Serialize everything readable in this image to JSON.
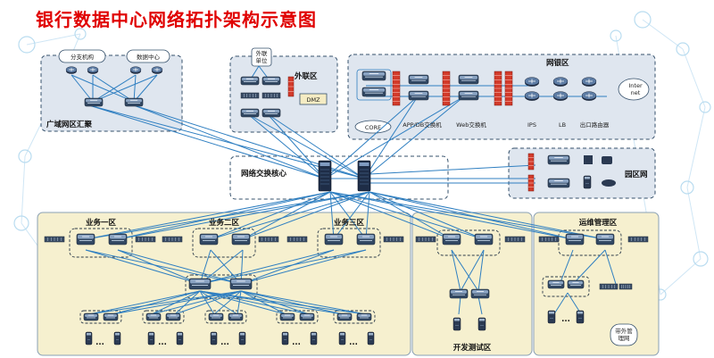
{
  "title": "银行数据中心网络拓扑架构示意图",
  "zones": {
    "wan": {
      "label": "广域网区汇聚",
      "branch": "分支机构",
      "dc": "数据中心"
    },
    "external": {
      "label": "外联区",
      "unit": "外联\n单位",
      "dmz": "DMZ"
    },
    "ebank": {
      "label": "网银区",
      "core": "CORE",
      "app_db": "APP/DB交换机",
      "web": "Web交换机",
      "ips": "IPS",
      "lb": "LB",
      "egress": "出口路由器",
      "internet": "Inter\nnet"
    },
    "core": {
      "label": "网络交换核心"
    },
    "campus": {
      "label": "园区网"
    },
    "biz1": {
      "label": "业务一区"
    },
    "biz2": {
      "label": "业务二区"
    },
    "biz3": {
      "label": "业务三区"
    },
    "devtest": {
      "label": "开发测试区"
    },
    "ops": {
      "label": "运维管理区",
      "oob": "带外管\n理网"
    }
  },
  "ellipsis": "...",
  "colors": {
    "title": "#e00000",
    "link": "#2f7fc1",
    "firewall": "#d23a2a",
    "switch": "#26324a",
    "zone_fill": "#dfe6ef",
    "biz_fill": "#f6f0cf"
  }
}
